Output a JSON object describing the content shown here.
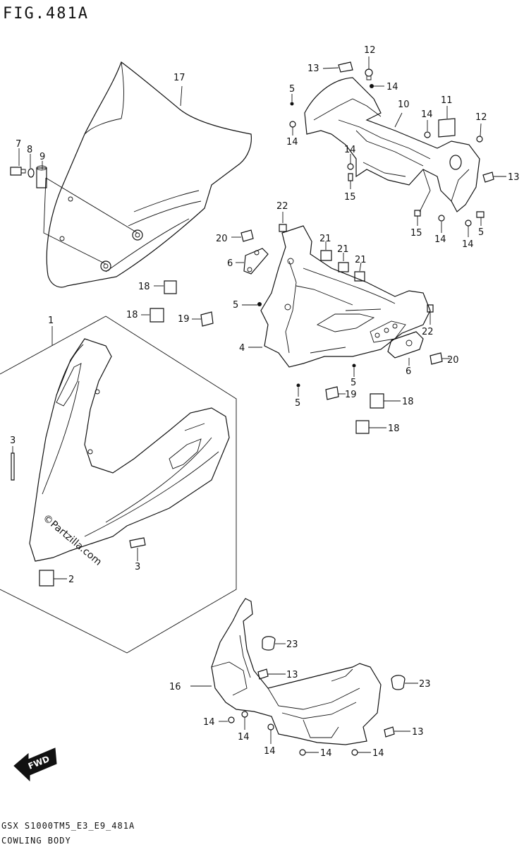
{
  "header": {
    "figure_title": "FIG.481A"
  },
  "footer": {
    "code": "GSX S1000TM5_E3_E9_481A",
    "section": "COWLING BODY"
  },
  "watermark": "©Partzilla.com",
  "badge": {
    "fwd": "FWD"
  },
  "callouts": {
    "c17": "17",
    "c7": "7",
    "c8": "8",
    "c9": "9",
    "c13a": "13",
    "c12a": "12",
    "c14a": "14",
    "c5a": "5",
    "c10": "10",
    "c14b": "14",
    "c11": "11",
    "c12b": "12",
    "c14c": "14",
    "c14d": "14",
    "c15a": "15",
    "c13b": "13",
    "c15b": "15",
    "c14e": "14",
    "c14f": "14",
    "c5b": "5",
    "c22a": "22",
    "c20a": "20",
    "c21a": "21",
    "c21b": "21",
    "c21c": "21",
    "c6a": "6",
    "c18a": "18",
    "c18b": "18",
    "c19a": "19",
    "c5c": "5",
    "c4": "4",
    "c22b": "22",
    "c20b": "20",
    "c6b": "6",
    "c5d": "5",
    "c5e": "5",
    "c19b": "19",
    "c18c": "18",
    "c18d": "18",
    "c1": "1",
    "c3a": "3",
    "c3b": "3",
    "c2": "2",
    "c23a": "23",
    "c13c": "13",
    "c16": "16",
    "c23b": "23",
    "c14g": "14",
    "c14h": "14",
    "c14i": "14",
    "c14j": "14",
    "c14k": "14",
    "c13d": "13"
  }
}
